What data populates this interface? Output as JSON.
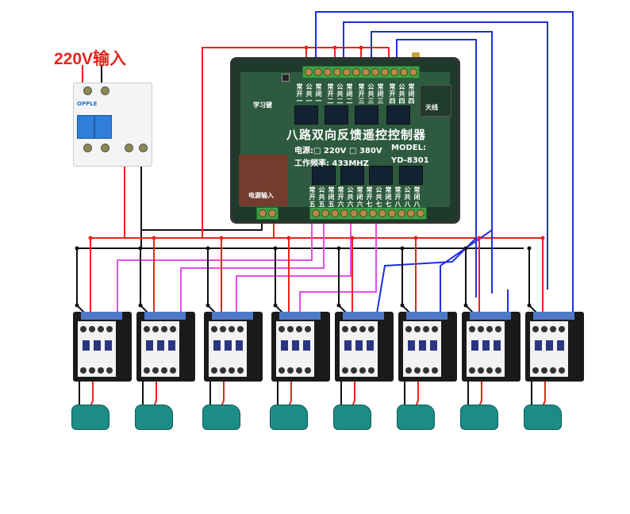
{
  "input_label": "220V输入",
  "breaker": {
    "brand": "OPPLE"
  },
  "controller": {
    "title": "八路双向反馈遥控控制器",
    "power_line": "电源:□ 220V □ 380V",
    "model_label": "MODEL:",
    "frequency_line": "工作频率: 433MHZ",
    "model_value": "YD-8301",
    "antenna_label": "天线",
    "learn_key_label": "学习键",
    "power_input_label": "电源输入",
    "upper_relay_labels": [
      "常开一",
      "公共一",
      "常闭一",
      "常开二",
      "公共二",
      "常闭二",
      "常开三",
      "公共三",
      "常闭三",
      "常开四",
      "公共四",
      "常闭四"
    ],
    "lower_relay_labels": [
      "常开五",
      "公共五",
      "常闭五",
      "常开六",
      "公共六",
      "常闭六",
      "常开七",
      "公共七",
      "常闭七",
      "常开八",
      "公共八",
      "常闭八"
    ]
  },
  "colors": {
    "live": "#e8231c",
    "neutral": "#111111",
    "feedback_upper": "#1f2fe0",
    "feedback_lower": "#e84ee8"
  },
  "contactor_count": 8,
  "motor_count": 8
}
